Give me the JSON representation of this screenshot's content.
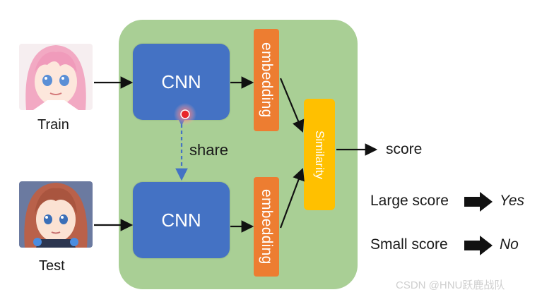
{
  "inputs": {
    "train_label": "Train",
    "test_label": "Test"
  },
  "network": {
    "cnn_top_label": "CNN",
    "cnn_bottom_label": "CNN",
    "share_label": "share",
    "embedding_top_label": "embedding",
    "embedding_bottom_label": "embedding",
    "similarity_label": "Similarity"
  },
  "output": {
    "score_label": "score",
    "rules": [
      {
        "condition": "Large score",
        "result": "Yes"
      },
      {
        "condition": "Small score",
        "result": "No"
      }
    ]
  },
  "watermark": "CSDN @HNU跃鹿战队",
  "colors": {
    "panel": "#a9cf95",
    "cnn": "#4472c4",
    "embedding": "#ed7d31",
    "similarity": "#ffc000",
    "share_arrow": "#4472c4",
    "pointer_dot": "#e8262a"
  },
  "icons": [
    "anime-girl-pink-hair-image",
    "anime-girl-auburn-hair-image",
    "laser-pointer-dot",
    "block-arrow-right-icon"
  ]
}
